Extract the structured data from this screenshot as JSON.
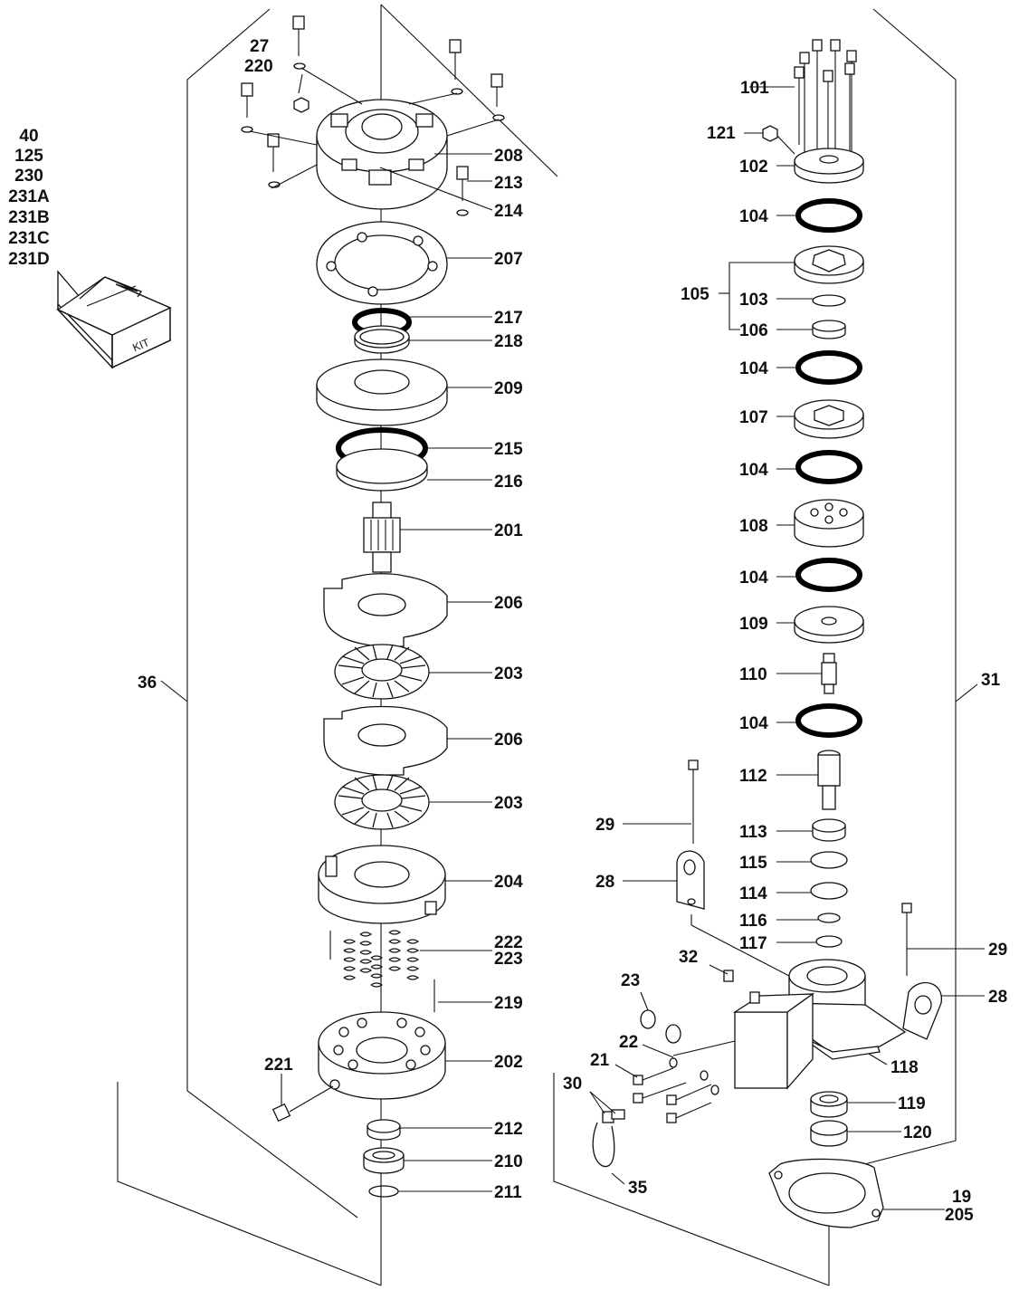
{
  "kit": {
    "parts": [
      "40",
      "125",
      "230",
      "231A",
      "231B",
      "231C",
      "231D"
    ],
    "box_text": "KIT"
  },
  "assemblies": {
    "left": "36",
    "right": "31"
  },
  "left_labels": {
    "l27": "27",
    "l220": "220",
    "l208": "208",
    "l213": "213",
    "l214": "214",
    "l207": "207",
    "l217": "217",
    "l218": "218",
    "l209": "209",
    "l215": "215",
    "l216": "216",
    "l201": "201",
    "l206a": "206",
    "l203a": "203",
    "l206b": "206",
    "l203b": "203",
    "l204": "204",
    "l222": "222",
    "l223": "223",
    "l219": "219",
    "l202": "202",
    "l221": "221",
    "l212": "212",
    "l210": "210",
    "l211": "211"
  },
  "right_labels": {
    "l101": "101",
    "l121": "121",
    "l102": "102",
    "l104a": "104",
    "l105": "105",
    "l103": "103",
    "l106": "106",
    "l104b": "104",
    "l107": "107",
    "l104c": "104",
    "l108": "108",
    "l104d": "104",
    "l109": "109",
    "l110": "110",
    "l104e": "104",
    "l112": "112",
    "l29a": "29",
    "l113": "113",
    "l115": "115",
    "l28a": "28",
    "l114": "114",
    "l116": "116",
    "l117": "117",
    "l29b": "29",
    "l32": "32",
    "l23": "23",
    "l28b": "28",
    "l22": "22",
    "l21": "21",
    "l118": "118",
    "l30": "30",
    "l119": "119",
    "l120": "120",
    "l35": "35",
    "l19": "19",
    "l205": "205"
  }
}
